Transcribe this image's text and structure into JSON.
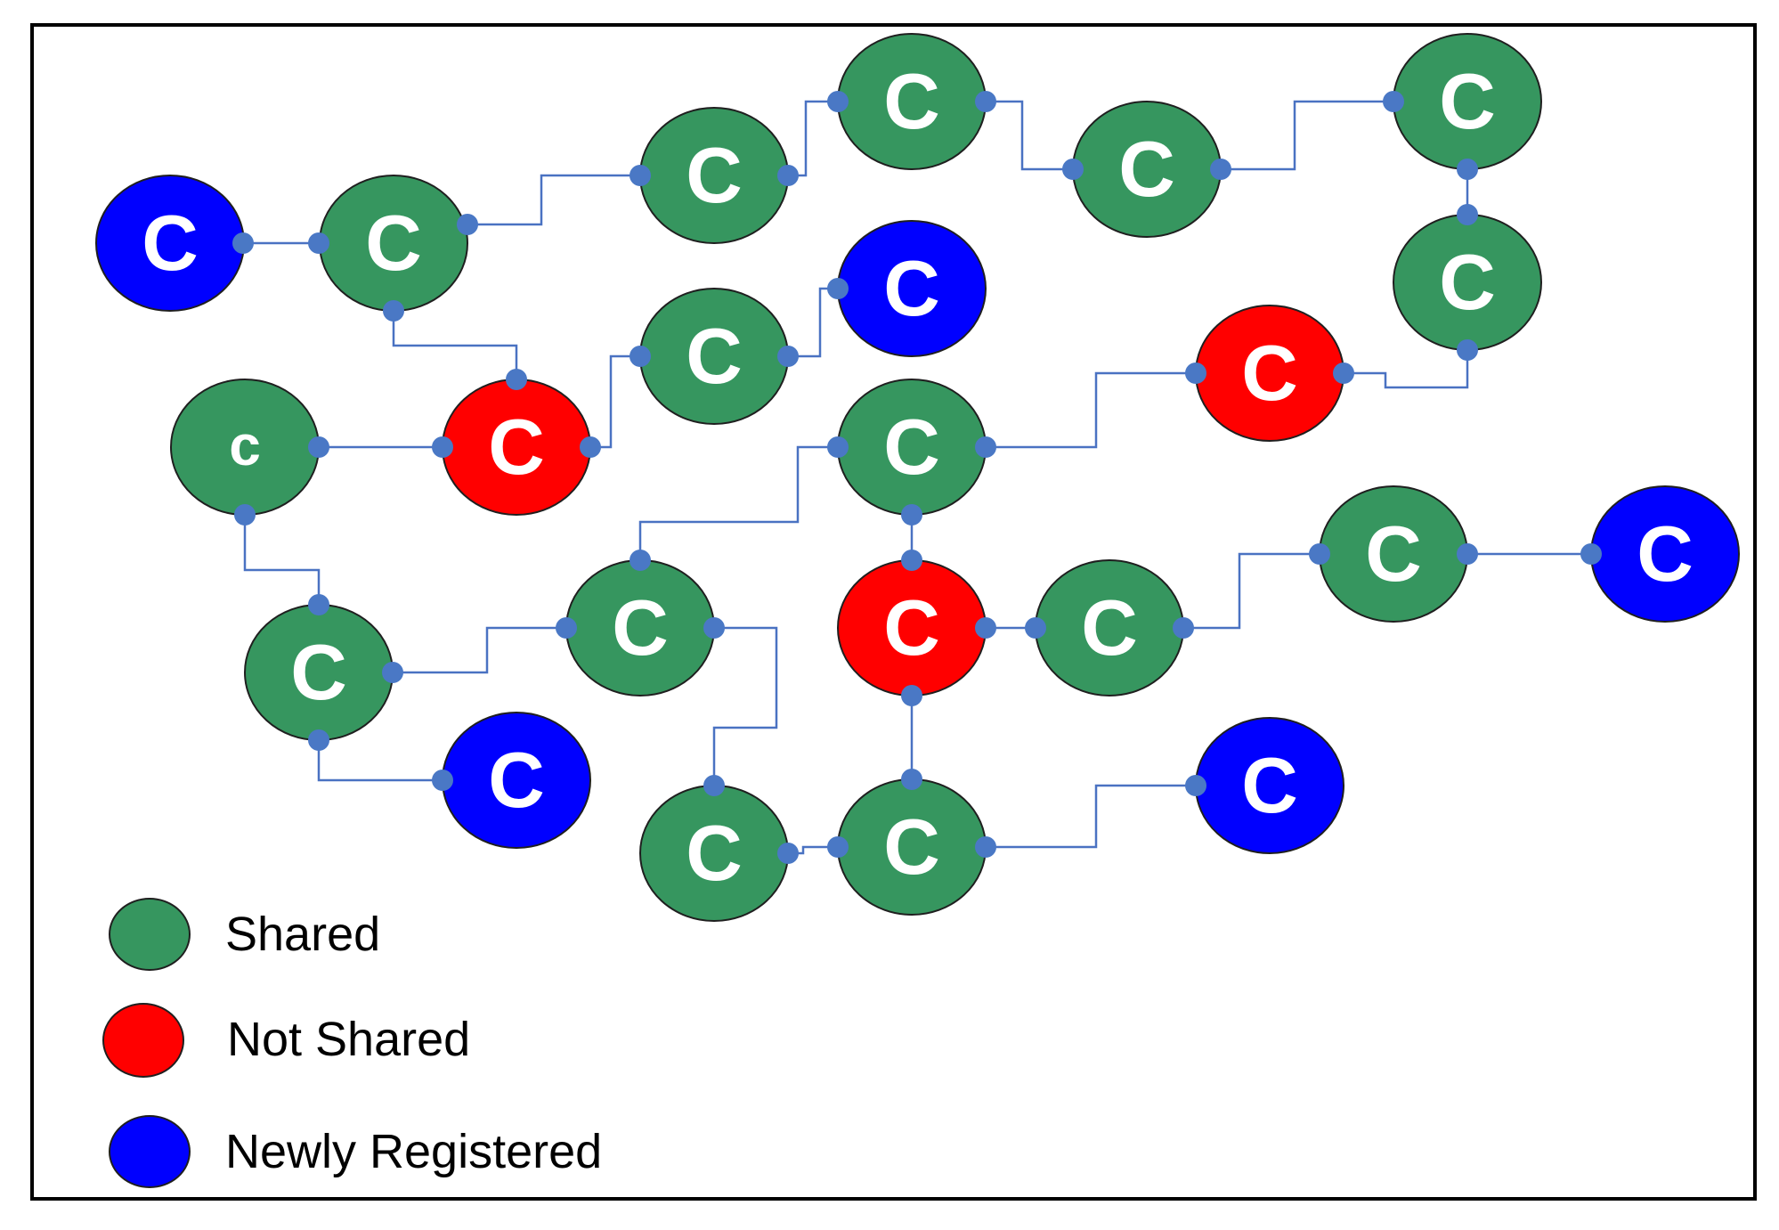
{
  "colors": {
    "shared": "#36965F",
    "not_shared": "#FF0000",
    "newly_registered": "#0000FF",
    "connector": "#4A72C2",
    "port": "#4A78C5",
    "frame": "#000000"
  },
  "node_label_default": "C",
  "legend": [
    {
      "label": "Shared",
      "status": "shared"
    },
    {
      "label": "Not Shared",
      "status": "not_shared"
    },
    {
      "label": "Newly Registered",
      "status": "newly_registered"
    }
  ],
  "nodes": [
    {
      "id": "n1",
      "status": "newly_registered",
      "label": "C"
    },
    {
      "id": "n2",
      "status": "shared",
      "label": "C"
    },
    {
      "id": "n3",
      "status": "shared",
      "label": "C"
    },
    {
      "id": "n4",
      "status": "shared",
      "label": "C"
    },
    {
      "id": "n5",
      "status": "shared",
      "label": "C"
    },
    {
      "id": "n6",
      "status": "shared",
      "label": "C"
    },
    {
      "id": "n7",
      "status": "shared",
      "label": "C"
    },
    {
      "id": "n8",
      "status": "newly_registered",
      "label": "C"
    },
    {
      "id": "n9",
      "status": "shared",
      "label": "C"
    },
    {
      "id": "n10",
      "status": "shared",
      "label": "c"
    },
    {
      "id": "n11",
      "status": "not_shared",
      "label": "C"
    },
    {
      "id": "n12",
      "status": "not_shared",
      "label": "C"
    },
    {
      "id": "n13",
      "status": "shared",
      "label": "C"
    },
    {
      "id": "n14",
      "status": "shared",
      "label": "C"
    },
    {
      "id": "n15",
      "status": "shared",
      "label": "C"
    },
    {
      "id": "n16",
      "status": "shared",
      "label": "C"
    },
    {
      "id": "n17",
      "status": "not_shared",
      "label": "C"
    },
    {
      "id": "n18",
      "status": "shared",
      "label": "C"
    },
    {
      "id": "n19",
      "status": "shared",
      "label": "C"
    },
    {
      "id": "n20",
      "status": "newly_registered",
      "label": "C"
    },
    {
      "id": "n21",
      "status": "newly_registered",
      "label": "C"
    },
    {
      "id": "n22",
      "status": "shared",
      "label": "C"
    },
    {
      "id": "n23",
      "status": "shared",
      "label": "C"
    },
    {
      "id": "n24",
      "status": "newly_registered",
      "label": "C"
    }
  ],
  "edges": [
    {
      "from": "n1",
      "to": "n2"
    },
    {
      "from": "n2",
      "to": "n3"
    },
    {
      "from": "n3",
      "to": "n4"
    },
    {
      "from": "n4",
      "to": "n5"
    },
    {
      "from": "n5",
      "to": "n6"
    },
    {
      "from": "n6",
      "to": "n7"
    },
    {
      "from": "n7",
      "to": "n12"
    },
    {
      "from": "n2",
      "to": "n11"
    },
    {
      "from": "n10",
      "to": "n11"
    },
    {
      "from": "n11",
      "to": "n9"
    },
    {
      "from": "n9",
      "to": "n8"
    },
    {
      "from": "n13",
      "to": "n12"
    },
    {
      "from": "n13",
      "to": "n17"
    },
    {
      "from": "n13",
      "to": "n15"
    },
    {
      "from": "n10",
      "to": "n14"
    },
    {
      "from": "n14",
      "to": "n15"
    },
    {
      "from": "n14",
      "to": "n21"
    },
    {
      "from": "n15",
      "to": "n22"
    },
    {
      "from": "n17",
      "to": "n18"
    },
    {
      "from": "n18",
      "to": "n19"
    },
    {
      "from": "n19",
      "to": "n20"
    },
    {
      "from": "n17",
      "to": "n23"
    },
    {
      "from": "n22",
      "to": "n23"
    },
    {
      "from": "n23",
      "to": "n24"
    }
  ]
}
